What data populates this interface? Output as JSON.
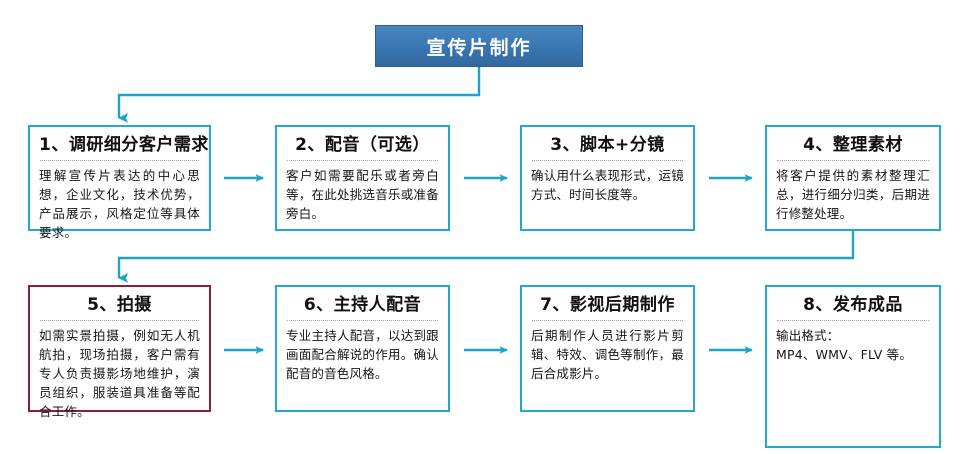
{
  "header": {
    "title": "宣传片制作",
    "fill_color": "#3b7ab5",
    "border_color": "#2d5f92",
    "text_color": "#ffffff"
  },
  "theme": {
    "box_border_color": "#23a8cf",
    "highlight_border_color": "#8e1d38",
    "connector_color": "#1fa3c9",
    "divider_color": "#9aa6ae",
    "background": "#ffffff"
  },
  "steps": [
    {
      "id": 1,
      "title": "1、调研细分客户需求",
      "body": "理解宣传片表达的中心思想，企业文化，技术优势，产品展示，风格定位等具体要求。",
      "highlight": false
    },
    {
      "id": 2,
      "title": "2、配音（可选）",
      "body": "客户如需要配乐或者旁白等，在此处挑选音乐或准备旁白。",
      "highlight": false
    },
    {
      "id": 3,
      "title": "3、脚本+分镜",
      "body": "确认用什么表现形式，运镜方式、时间长度等。",
      "highlight": false
    },
    {
      "id": 4,
      "title": "4、整理素材",
      "body": "将客户提供的素材整理汇总，进行细分归类，后期进行修整处理。",
      "highlight": false
    },
    {
      "id": 5,
      "title": "5、拍摄",
      "body": "如需实景拍摄，例如无人机航拍，现场拍摄，客户需有专人负责摄影场地维护，演员组织，服装道具准备等配合工作。",
      "highlight": true
    },
    {
      "id": 6,
      "title": "6、主持人配音",
      "body": "专业主持人配音，以达到跟画面配合解说的作用。确认配音的音色风格。",
      "highlight": false
    },
    {
      "id": 7,
      "title": "7、影视后期制作",
      "body": "后期制作人员进行影片剪辑、特效、调色等制作，最后合成影片。",
      "highlight": false
    },
    {
      "id": 8,
      "title": "8、发布成品",
      "body": "输出格式：\nMP4、WMV、FLV 等。",
      "highlight": false
    }
  ],
  "connectors": {
    "header_to_step1": "arrow-down-elbow",
    "step1_to_step2": "arrow-right",
    "step2_to_step3": "arrow-right",
    "step3_to_step4": "arrow-right",
    "step4_to_step5": "arrow-down-wrap-elbow",
    "step5_to_step6": "arrow-right",
    "step6_to_step7": "arrow-right",
    "step7_to_step8": "arrow-right"
  }
}
